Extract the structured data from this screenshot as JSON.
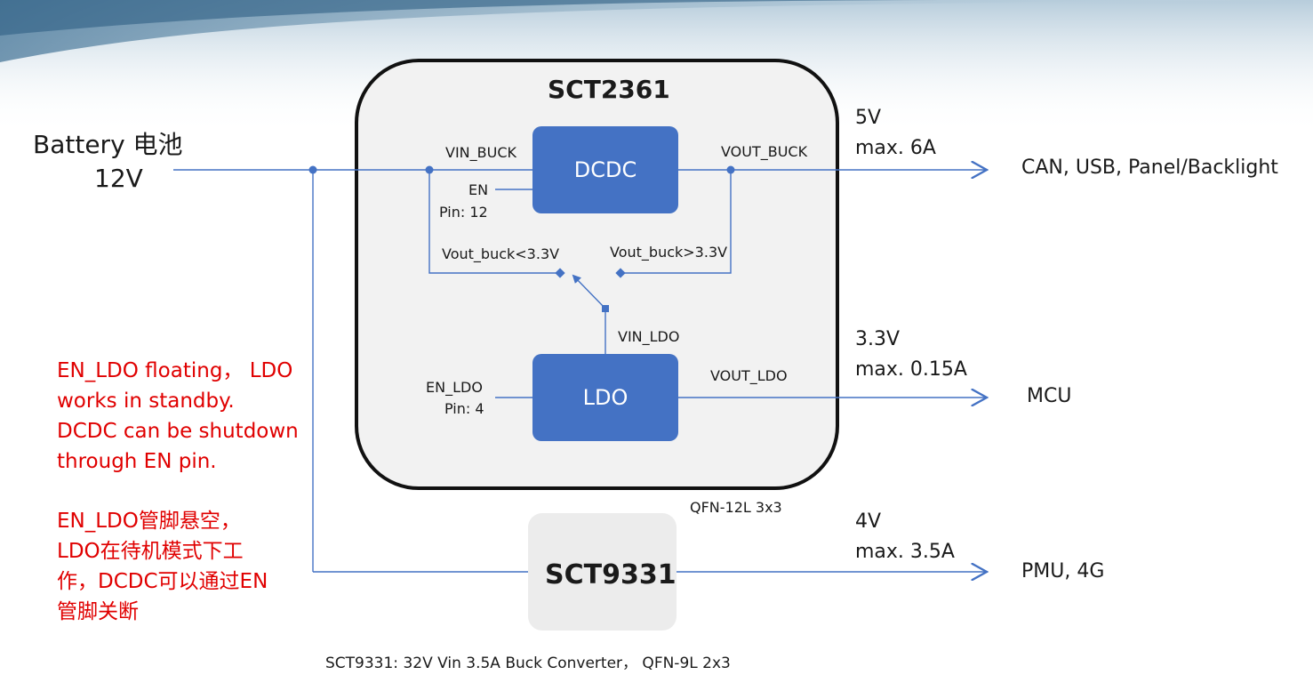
{
  "battery": {
    "label": "Battery 电池",
    "voltage": "12V"
  },
  "sct2361": {
    "title": "SCT2361",
    "package": "QFN-12L 3x3",
    "dcdc": {
      "label": "DCDC",
      "vin_pin": "VIN_BUCK",
      "vout_pin": "VOUT_BUCK",
      "en_pin": "EN",
      "en_pin_no": "Pin: 12"
    },
    "ldo": {
      "label": "LDO",
      "vin_pin": "VIN_LDO",
      "vout_pin": "VOUT_LDO",
      "en_pin": "EN_LDO",
      "en_pin_no": "Pin: 4"
    },
    "switch": {
      "low_label": "Vout_buck<3.3V",
      "high_label": "Vout_buck>3.3V"
    }
  },
  "sct9331": {
    "title": "SCT9331",
    "description": "SCT9331: 32V Vin 3.5A Buck Converter， QFN-9L 2x3"
  },
  "outputs": [
    {
      "voltage": "5V",
      "current": "max. 6A",
      "load": "CAN, USB, Panel/Backlight"
    },
    {
      "voltage": "3.3V",
      "current": "max. 0.15A",
      "load": "MCU"
    },
    {
      "voltage": "4V",
      "current": "max. 3.5A",
      "load": "PMU, 4G"
    }
  ],
  "notes": {
    "en_lines": [
      "EN_LDO floating， LDO",
      "works in standby.",
      "DCDC can be shutdown",
      "through EN pin."
    ],
    "cn_lines": [
      "EN_LDO管脚悬空，",
      "LDO在待机模式下工",
      "作，DCDC可以通过EN",
      "管脚关断"
    ]
  },
  "colors": {
    "wire": "#4472c4",
    "chip_fill": "#4472c4",
    "package_fill": "#f2f2f2",
    "note_text": "#e00000"
  }
}
